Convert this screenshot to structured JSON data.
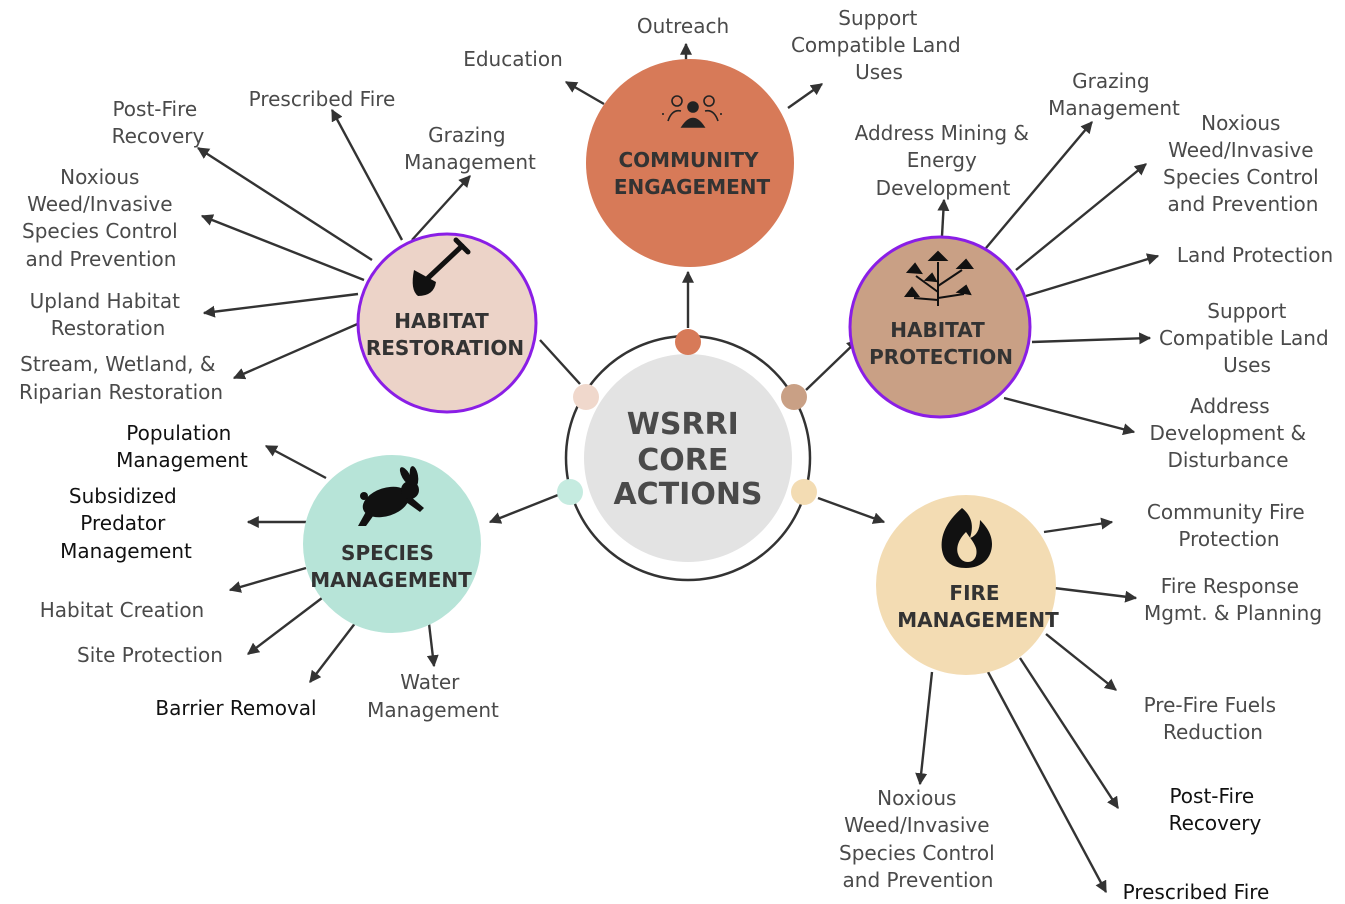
{
  "center": {
    "lines": [
      "WSRRI",
      "CORE",
      "ACTIONS"
    ],
    "fill": "#e3e3e3"
  },
  "hubs": [
    {
      "id": "community-engagement",
      "lines": [
        "COMMUNITY",
        "ENGAGEMENT"
      ],
      "fill": "#d77a58",
      "icon": "people-group-icon",
      "highlighted": false
    },
    {
      "id": "habitat-restoration",
      "lines": [
        "HABITAT",
        "RESTORATION"
      ],
      "fill": "#ecd3c8",
      "icon": "shovel-icon",
      "highlighted": true
    },
    {
      "id": "habitat-protection",
      "lines": [
        "HABITAT",
        "PROTECTION"
      ],
      "fill": "#c9a085",
      "icon": "sagebrush-icon",
      "highlighted": true
    },
    {
      "id": "species-management",
      "lines": [
        "SPECIES",
        "MANAGEMENT"
      ],
      "fill": "#b7e4d8",
      "icon": "rabbit-icon",
      "highlighted": false
    },
    {
      "id": "fire-management",
      "lines": [
        "FIRE",
        "MANAGEMENT"
      ],
      "fill": "#f3dcb3",
      "icon": "fire-icon",
      "highlighted": false
    }
  ],
  "actions": {
    "community-engagement": [
      [
        "Education"
      ],
      [
        "Outreach"
      ],
      [
        "Support",
        "Compatible Land",
        "Uses"
      ]
    ],
    "habitat-restoration": [
      [
        "Post-Fire",
        "Recovery"
      ],
      [
        "Prescribed Fire"
      ],
      [
        "Grazing",
        "Management"
      ],
      [
        "Noxious",
        "Weed/Invasive",
        "Species Control",
        "and Prevention"
      ],
      [
        "Upland Habitat",
        "Restoration"
      ],
      [
        "Stream, Wetland, &",
        "Riparian Restoration"
      ]
    ],
    "habitat-protection": [
      [
        "Address Mining &",
        "Energy",
        "Development"
      ],
      [
        "Grazing",
        "Management"
      ],
      [
        "Noxious",
        "Weed/Invasive",
        "Species Control",
        "and Prevention"
      ],
      [
        "Land Protection"
      ],
      [
        "Support",
        "Compatible Land",
        "Uses"
      ],
      [
        "Address",
        "Development &",
        "Disturbance"
      ]
    ],
    "species-management": [
      [
        "Population",
        "Management"
      ],
      [
        "Subsidized",
        "Predator",
        "Management"
      ],
      [
        "Habitat Creation"
      ],
      [
        "Site Protection"
      ],
      [
        "Barrier Removal"
      ],
      [
        "Water",
        "Management"
      ]
    ],
    "fire-management": [
      [
        "Community Fire",
        "Protection"
      ],
      [
        "Fire Response",
        "Mgmt. & Planning"
      ],
      [
        "Pre-Fire Fuels",
        "Reduction"
      ],
      [
        "Post-Fire",
        "Recovery"
      ],
      [
        "Prescribed Fire"
      ],
      [
        "Noxious",
        "Weed/Invasive",
        "Species Control",
        "and Prevention"
      ]
    ]
  },
  "colors": {
    "highlight_ring": "#8a1ee6",
    "connector": "#333333",
    "dot_community": "#d77a58",
    "dot_restoration": "#f0d8cc",
    "dot_protection": "#c9a085",
    "dot_species": "#c5ebe0",
    "dot_fire": "#f3dcb3"
  }
}
